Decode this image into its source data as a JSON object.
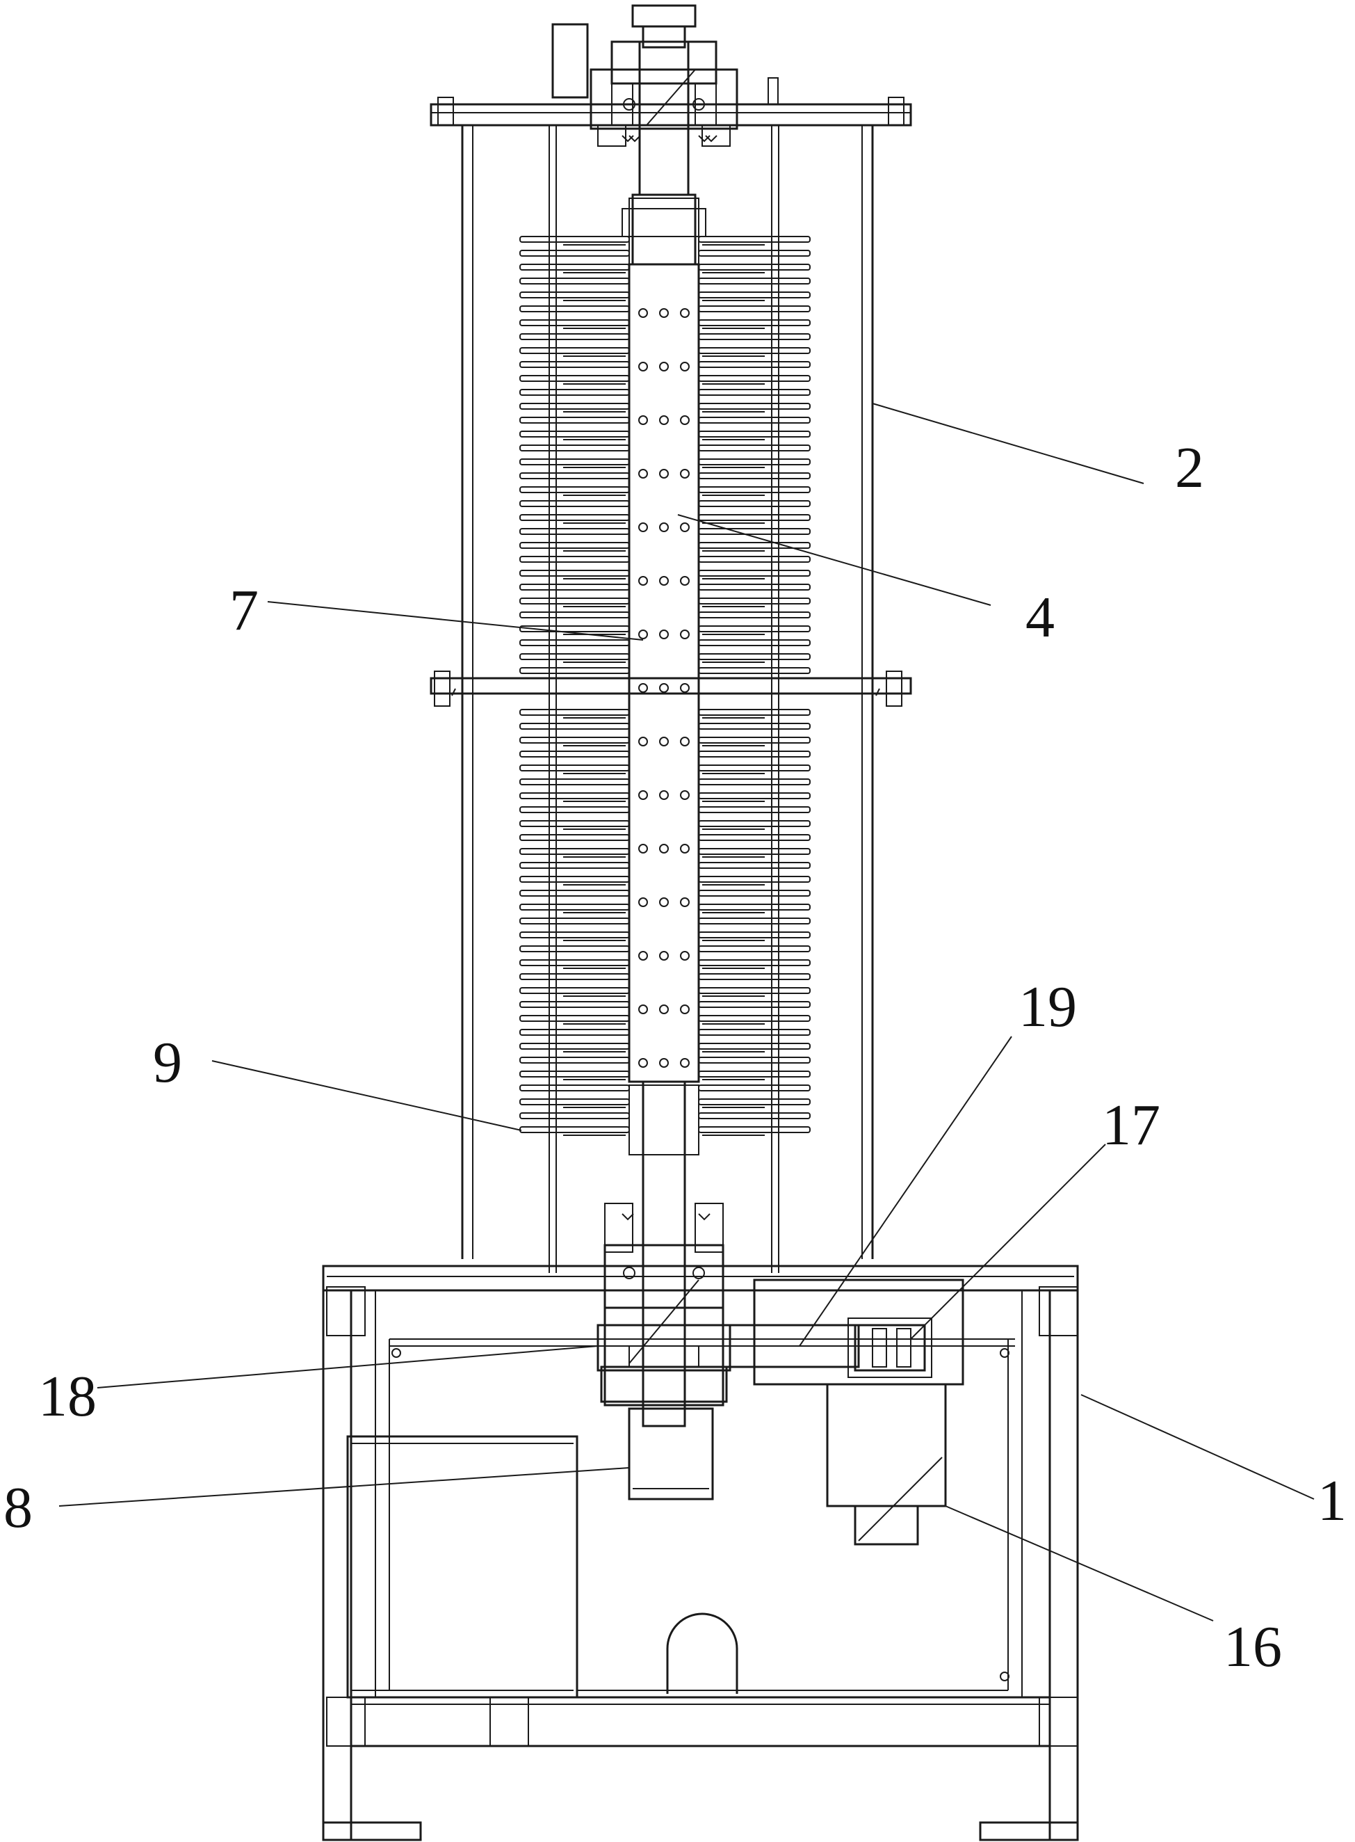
{
  "figure": {
    "callouts": [
      {
        "id": "c2",
        "text": "2"
      },
      {
        "id": "c4",
        "text": "4"
      },
      {
        "id": "c7",
        "text": "7"
      },
      {
        "id": "c9",
        "text": "9"
      },
      {
        "id": "c19",
        "text": "19"
      },
      {
        "id": "c17",
        "text": "17"
      },
      {
        "id": "c18",
        "text": "18"
      },
      {
        "id": "c8",
        "text": "8"
      },
      {
        "id": "c1",
        "text": "1"
      },
      {
        "id": "c16",
        "text": "16"
      }
    ]
  }
}
